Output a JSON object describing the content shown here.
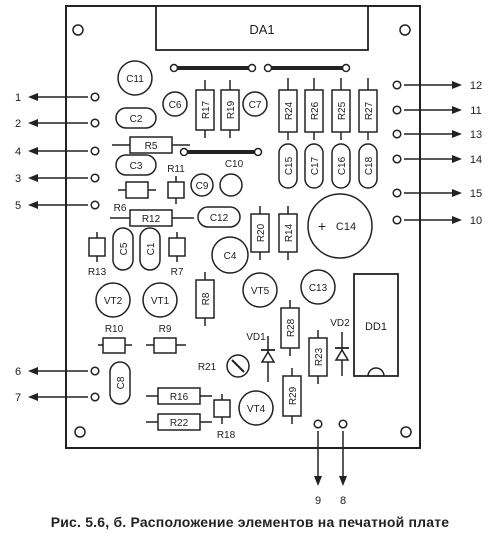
{
  "chip": {
    "label": "DA1"
  },
  "dd1": {
    "label": "DD1"
  },
  "left_terminals": [
    "1",
    "2",
    "4",
    "3",
    "5",
    "6",
    "7"
  ],
  "right_terminals": [
    "12",
    "11",
    "13",
    "14",
    "15",
    "10"
  ],
  "bottom_terminals": [
    "9",
    "8"
  ],
  "resistors": {
    "r17": "R17",
    "r19": "R19",
    "r24": "R24",
    "r26": "R26",
    "r25": "R25",
    "r27": "R27",
    "r5": "R5",
    "r11": "R11",
    "r6": "R6",
    "r12": "R12",
    "r13": "R13",
    "r7": "R7",
    "r20": "R20",
    "r14": "R14",
    "r8": "R8",
    "r10": "R10",
    "r9": "R9",
    "r28": "R28",
    "r23": "R23",
    "r29": "R29",
    "r16": "R16",
    "r22": "R22",
    "r18": "R18",
    "r21": "R21"
  },
  "capacitors": {
    "c11": "C11",
    "c6": "C6",
    "c7": "C7",
    "c2": "C2",
    "c3": "C3",
    "c10": "C10",
    "c9": "C9",
    "c15": "C15",
    "c17": "C17",
    "c16": "C16",
    "c18": "C18",
    "c12": "C12",
    "c5": "C5",
    "c1": "C1",
    "c4": "C4",
    "c14": "C14",
    "c13": "C13",
    "c8": "C8"
  },
  "transistors": {
    "vt2": "VT2",
    "vt1": "VT1",
    "vt5": "VT5",
    "vt4": "VT4"
  },
  "diodes": {
    "vd1": "VD1",
    "vd2": "VD2"
  },
  "polarity_mark": "+",
  "caption": "Рис. 5.6, б. Расположение элементов на печатной плате"
}
